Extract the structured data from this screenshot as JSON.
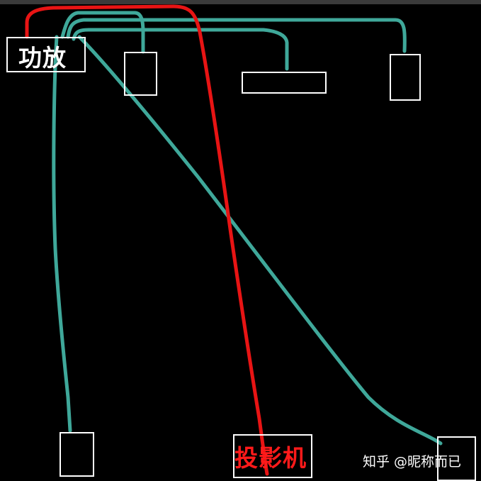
{
  "labels": {
    "amplifier": "功放",
    "projector": "投影机"
  },
  "watermark": "知乎 @昵称而已",
  "colors": {
    "background": "#000000",
    "speaker_wire": "#3fa89a",
    "projector_wire": "#e81414",
    "box_outline": "#ffffff",
    "projector_label": "#ff1a1a"
  }
}
